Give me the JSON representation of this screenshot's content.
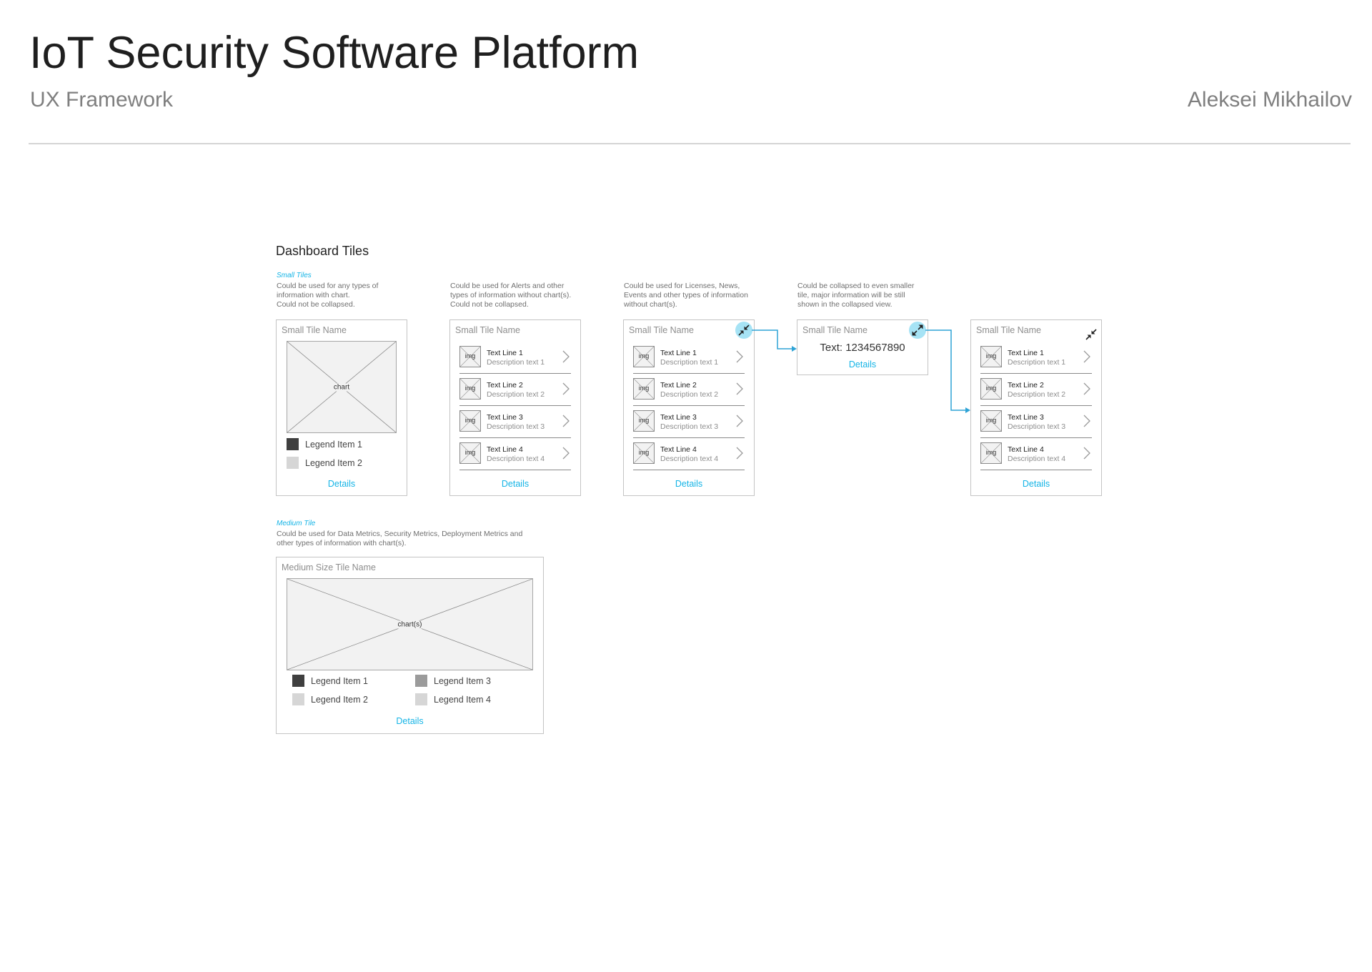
{
  "header": {
    "title": "IoT Security Software Platform",
    "subtitle": "UX Framework",
    "author": "Aleksei Mikhailov"
  },
  "section": {
    "title": "Dashboard Tiles"
  },
  "small_tiles": {
    "category_label": "Small Tiles",
    "notes": [
      "Could be used for any types of\ninformation with chart.\nCould not be collapsed.",
      "Could be used for Alerts and other\ntypes of information without chart(s).\nCould not be collapsed.",
      "Could be used for Licenses, News,\nEvents and other types of information\nwithout chart(s).",
      "Could be collapsed to even smaller\ntile, major information will be still\nshown in the collapsed view."
    ],
    "tile_name": "Small Tile Name",
    "chart_label": "chart",
    "legend": [
      "Legend Item 1",
      "Legend Item 2"
    ],
    "details": "Details",
    "img_label": "img",
    "list_items": [
      {
        "line": "Text Line 1",
        "desc": "Description text 1"
      },
      {
        "line": "Text Line 2",
        "desc": "Description text 2"
      },
      {
        "line": "Text Line 3",
        "desc": "Description text 3"
      },
      {
        "line": "Text Line 4",
        "desc": "Description text 4"
      }
    ],
    "collapsed_value": "Text: 1234567890"
  },
  "medium_tile": {
    "category_label": "Medium Tile",
    "note": "Could be used for Data Metrics, Security Metrics, Deployment Metrics and\nother types of information with chart(s).",
    "tile_name": "Medium Size Tile Name",
    "chart_label": "chart(s)",
    "legend": [
      "Legend Item 1",
      "Legend Item 3",
      "Legend Item 2",
      "Legend Item 4"
    ],
    "details": "Details"
  },
  "colors": {
    "accent": "#14b4e6",
    "legend_dark": "#3f3f3f",
    "legend_mid": "#9b9b9b",
    "legend_light": "#d6d6d6",
    "highlight": "#a6e3f5"
  },
  "icons": {
    "collapse": "collapse-arrows-icon",
    "expand": "expand-arrows-icon",
    "chevron": "chevron-right-icon"
  }
}
